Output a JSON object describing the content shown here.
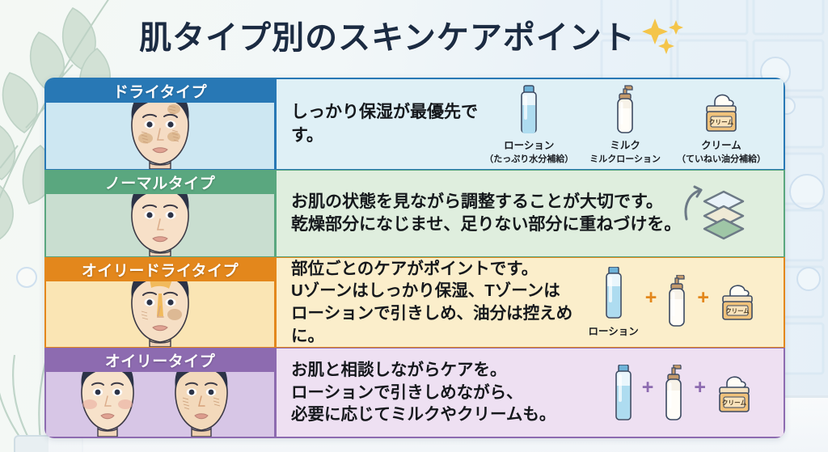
{
  "title": {
    "text": "肌タイプ別のスキンケアポイント",
    "sparkle_icon": "sparkles-icon",
    "sparkle_color": "#f4c54a",
    "text_color": "#1b2b42"
  },
  "colors": {
    "dry_accent": "#2878b5",
    "normal_accent": "#5aa77f",
    "oily_dry_accent": "#e3871c",
    "oily_accent": "#8d6bb0",
    "background": "#eef4f7"
  },
  "rows": [
    {
      "id": "dry",
      "label": "ドライタイプ",
      "accent": "#2878b5",
      "face_count": 1,
      "face_condition": "dry-flaky-skin",
      "advice": "しっかり保湿が最優先です。",
      "icon_style": "labeled-products",
      "products": [
        {
          "icon": "lotion-bottle-icon",
          "caption": "ローション",
          "sub": "（たっぷり水分補給）"
        },
        {
          "icon": "milk-pump-bottle-icon",
          "caption": "ミルク",
          "sub": "ミルクローション"
        },
        {
          "icon": "cream-jar-icon",
          "caption": "クリーム",
          "sub": "（ていねい油分補給）",
          "jar_label": "クリーム"
        }
      ]
    },
    {
      "id": "normal",
      "label": "ノーマルタイプ",
      "accent": "#5aa77f",
      "face_count": 1,
      "face_condition": "clear-balanced-skin",
      "advice": "お肌の状態を見ながら調整することが大切です。\n乾燥部分になじませ、足りない部分に重ねづけを。",
      "icon_style": "layers",
      "layers_icon": "stacked-layers-with-arrow-icon",
      "products": []
    },
    {
      "id": "oily-dry",
      "label": "オイリードライタイプ",
      "accent": "#e3871c",
      "face_count": 1,
      "face_condition": "combination-tzone-shine",
      "advice": "部位ごとのケアがポイントです。\nUゾーンはしっかり保湿、Tゾーンは\nローションで引きしめ、油分は控えめに。",
      "icon_style": "plus-row",
      "plus_symbol": "+",
      "products": [
        {
          "icon": "lotion-bottle-icon",
          "caption": "ローション",
          "sub": ""
        },
        {
          "icon": "milk-pump-bottle-icon",
          "caption": "",
          "sub": ""
        },
        {
          "icon": "cream-jar-icon",
          "caption": "",
          "sub": "",
          "jar_label": "クリーム"
        }
      ]
    },
    {
      "id": "oily",
      "label": "オイリータイプ",
      "accent": "#8d6bb0",
      "face_count": 2,
      "face_condition": "oily-shiny-skin",
      "advice": "お肌と相談しながらケアを。\nローションで引きしめながら、\n必要に応じてミルクやクリームも。",
      "icon_style": "plus-row",
      "plus_symbol": "+",
      "products": [
        {
          "icon": "lotion-bottle-icon",
          "caption": "",
          "sub": ""
        },
        {
          "icon": "milk-pump-bottle-icon",
          "caption": "",
          "sub": ""
        },
        {
          "icon": "cream-jar-icon",
          "caption": "",
          "sub": "",
          "jar_label": "クリーム"
        }
      ]
    }
  ],
  "decor": {
    "leaves": "botanical-leaves-decoration",
    "tiles": "tile-grid-decoration",
    "bubbles": "bubble-decoration",
    "plant": "potted-plant-decoration"
  }
}
